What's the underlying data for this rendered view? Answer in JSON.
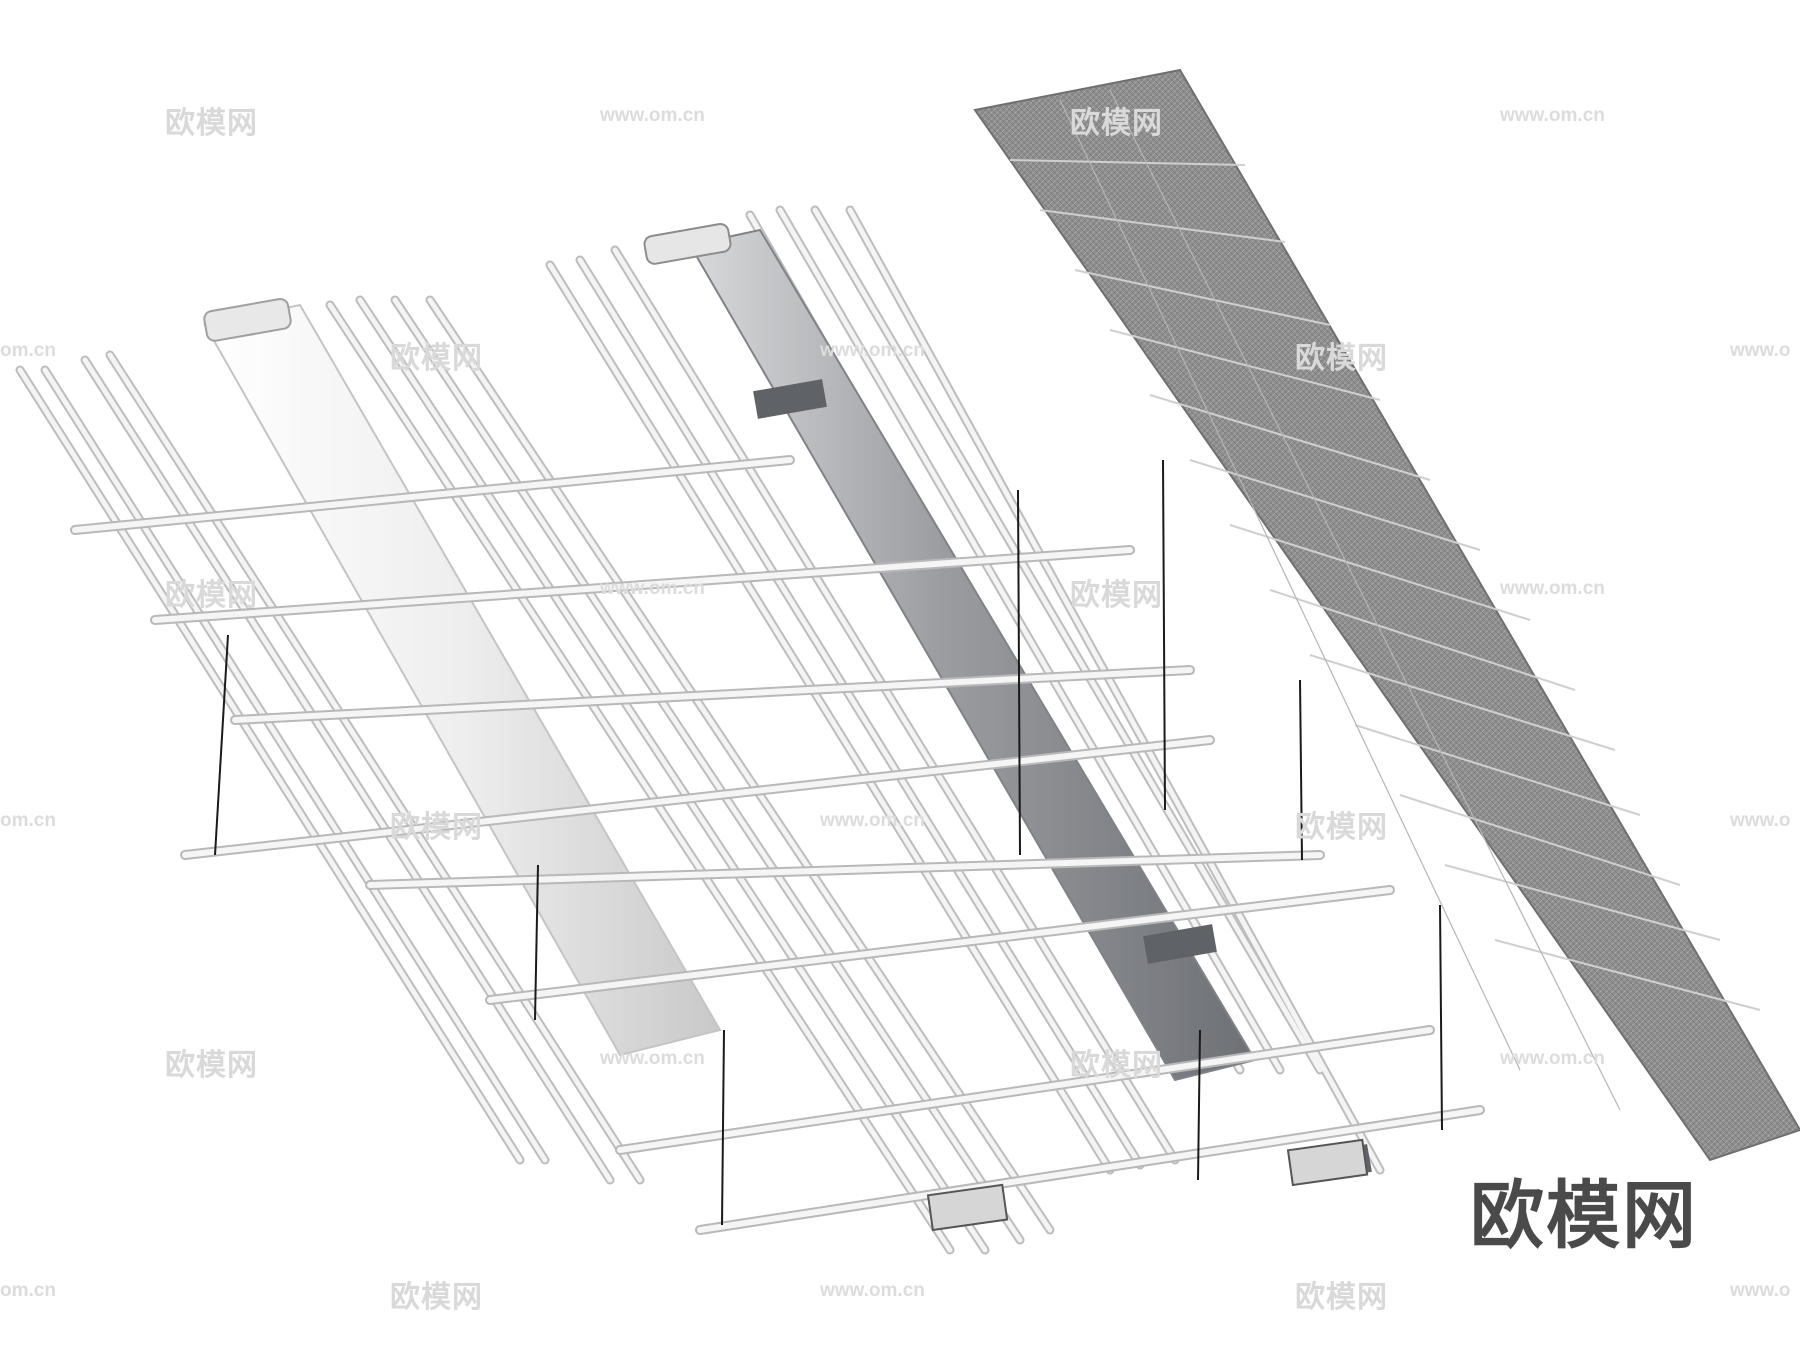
{
  "watermark": {
    "text": "欧模网",
    "url": "www.om.cn",
    "url_partial": "om.cn",
    "url_clipped": "www.o"
  },
  "brand": {
    "text": "欧模网"
  },
  "colors": {
    "background": "#ffffff",
    "pipe": "#e6e6e6",
    "pipe_edge": "#bdbdbd",
    "duct_light": "#f2f2f2",
    "duct_dark": "#8c8f94",
    "ceiling_panel": "#8a8a8a",
    "watermark": "#d9d9d9",
    "brand": "#4a4a4a"
  }
}
